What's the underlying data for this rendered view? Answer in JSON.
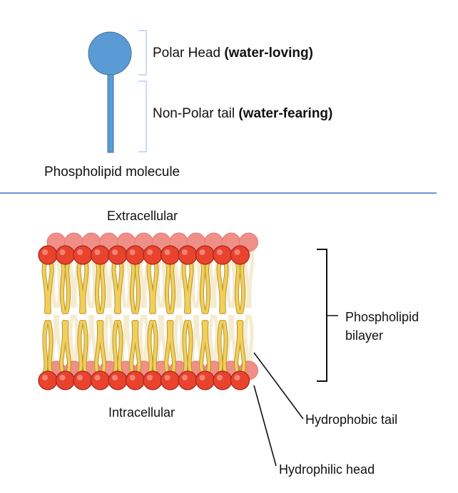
{
  "top_panel": {
    "head_label": {
      "plain": "Polar Head ",
      "bold": "(water-loving)"
    },
    "tail_label": {
      "plain": "Non-Polar tail ",
      "bold": "(water-fearing)"
    },
    "caption": "Phospholipid molecule"
  },
  "bottom_panel": {
    "extracellular": "Extracellular",
    "intracellular": "Intracellular",
    "bilayer_label": [
      "Phospholipid",
      "bilayer"
    ],
    "hydrophobic_tail": "Hydrophobic tail",
    "hydrophilic_head": "Hydrophilic head",
    "heads_per_row": 12
  },
  "colors": {
    "molecule_blue": "#5b9bd5",
    "molecule_outline": "#41719c",
    "divider": "#4472c4",
    "head_red": "#e9432e",
    "head_outline": "#a3261a",
    "head_back": "#f08f88",
    "tail_yellow": "#f2cf5b",
    "tail_outline": "#b8942a",
    "tail_back": "#f5ecd0",
    "bracket": "#a6c8ea",
    "ink": "#111111"
  }
}
